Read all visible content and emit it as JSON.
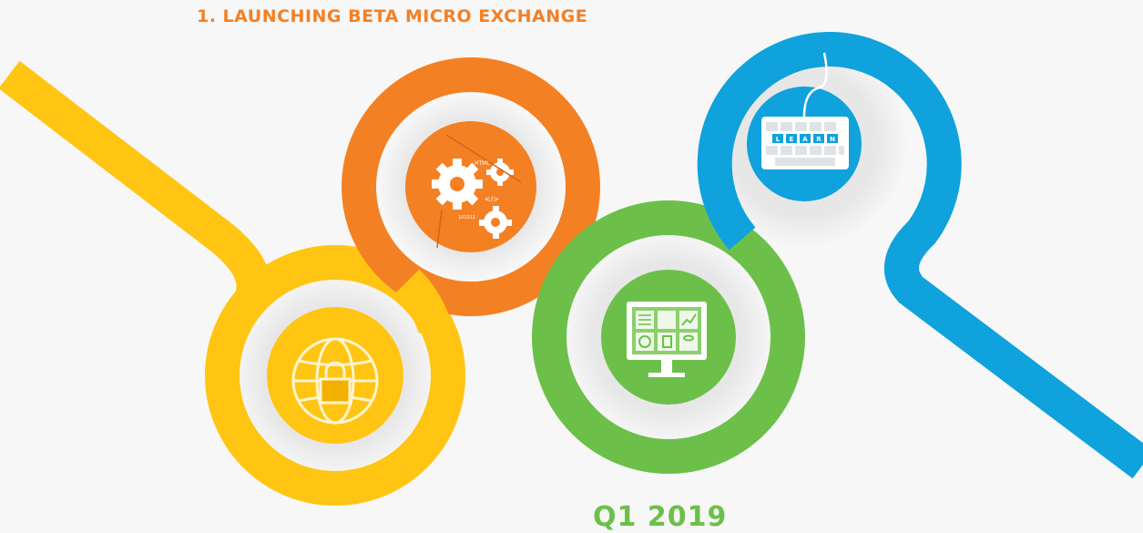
{
  "milestone": {
    "heading": "1. LAUNCHING BETA MICRO EXCHANGE",
    "quarter": "Q1 2019"
  },
  "icons": {
    "security": {
      "name": "globe-lock-icon"
    },
    "development": {
      "name": "gears-code-icon",
      "labels": [
        "HTML",
        "</>",
        "101011"
      ]
    },
    "analytics": {
      "name": "monitor-dashboard-icon"
    },
    "learning": {
      "name": "keyboard-learn-icon",
      "keys": [
        "L",
        "E",
        "A",
        "R",
        "N"
      ]
    }
  },
  "colors": {
    "yellow": "#ffc512",
    "orange": "#f48024",
    "green": "#6cc04a",
    "blue": "#0fa2dd",
    "halo": "#ececec",
    "background": "#f7f7f7"
  }
}
